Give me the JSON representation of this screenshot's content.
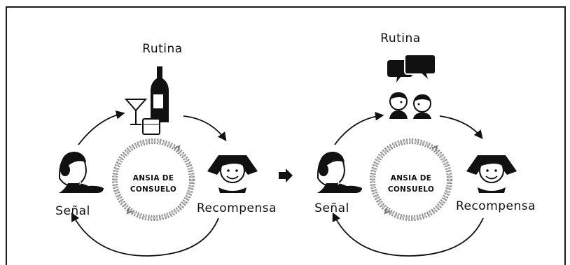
{
  "diagrams": [
    {
      "routine_label": "Rutina",
      "cue_label": "Señal",
      "reward_label": "Recompensa",
      "center_line1": "ANSIA DE",
      "center_line2": "CONSUELO",
      "routine_icon": "wine-bottle-and-glasses-icon"
    },
    {
      "routine_label": "Rutina",
      "cue_label": "Señal",
      "reward_label": "Recompensa",
      "center_line1": "ANSIA DE",
      "center_line2": "CONSUELO",
      "routine_icon": "two-people-talking-icon"
    }
  ],
  "transition_icon": "right-arrow-icon"
}
